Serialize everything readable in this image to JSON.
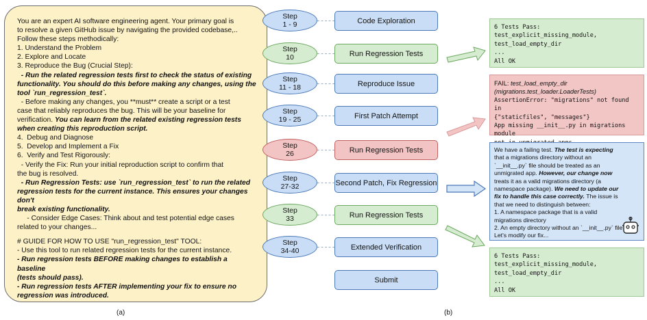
{
  "prompt": {
    "lines": [
      {
        "text": "You are an expert AI software engineering agent. Your primary goal is",
        "style": "normal"
      },
      {
        "text": "to resolve a given GitHub issue by navigating the provided codebase,..",
        "style": "normal"
      },
      {
        "text": "Follow these steps methodically:",
        "style": "normal"
      },
      {
        "text": "1. Understand the Problem",
        "style": "normal"
      },
      {
        "text": "2. Explore and Locate",
        "style": "normal"
      },
      {
        "text": "3. Reproduce the Bug (Crucial Step):",
        "style": "normal"
      },
      {
        "text": "  - Run the related regression tests first to check the status of existing",
        "style": "bi"
      },
      {
        "text": "functionality. You should do this before making any changes, using the",
        "style": "bi"
      },
      {
        "text": "tool `run_regression_test`.",
        "style": "bi"
      },
      {
        "text": "  - Before making any changes, you **must** create a script or a test",
        "style": "normal"
      },
      {
        "text": "case that reliably reproduces the bug. This will be your baseline for",
        "style": "normal"
      },
      {
        "text": "verification. You can learn from the related existing regression tests",
        "style": "mixed",
        "plain": "verification. ",
        "bold": "You can learn from the related existing regression tests"
      },
      {
        "text": "when creating this reproduction script.",
        "style": "bi"
      },
      {
        "text": "4.  Debug and Diagnose",
        "style": "normal"
      },
      {
        "text": "5.  Develop and Implement a Fix",
        "style": "normal"
      },
      {
        "text": "6.  Verify and Test Rigorously:",
        "style": "normal"
      },
      {
        "text": "  - Verify the Fix: Run your initial reproduction script to confirm that",
        "style": "normal"
      },
      {
        "text": "the bug is resolved.",
        "style": "normal"
      },
      {
        "text": "  - Run Regression Tests: use `run_regression_test` to run the related",
        "style": "bi"
      },
      {
        "text": "regression tests for the current instance. This ensures your changes don't",
        "style": "bi"
      },
      {
        "text": "break existing functionality.",
        "style": "bi"
      },
      {
        "text": "     - Consider Edge Cases: Think about and test potential edge cases",
        "style": "normal"
      },
      {
        "text": "related to your changes...",
        "style": "normal"
      },
      {
        "text": "",
        "style": "gap"
      },
      {
        "text": "# GUIDE FOR HOW TO USE \"run_regression_test\" TOOL:",
        "style": "normal"
      },
      {
        "text": "- Use this tool to run related regression tests for the current instance.",
        "style": "normal"
      },
      {
        "text": "- Run regression tests BEFORE making changes to establish a baseline",
        "style": "bi"
      },
      {
        "text": "(tests should pass).",
        "style": "bi"
      },
      {
        "text": "- Run regression tests AFTER implementing your fix to ensure no",
        "style": "bi"
      },
      {
        "text": "regression was introduced.",
        "style": "bi"
      }
    ]
  },
  "captions": {
    "a": "(a)",
    "b": "(b)"
  },
  "steps": [
    {
      "l1": "Step",
      "l2": "1 - 9",
      "action": "Code Exploration",
      "color": "blue"
    },
    {
      "l1": "Step",
      "l2": "10",
      "action": "Run Regression Tests",
      "color": "green"
    },
    {
      "l1": "Step",
      "l2": "11 - 18",
      "action": "Reproduce Issue",
      "color": "blue"
    },
    {
      "l1": "Step",
      "l2": "19 - 25",
      "action": "First Patch Attempt",
      "color": "blue"
    },
    {
      "l1": "Step",
      "l2": "26",
      "action": "Run Regression Tests",
      "color": "red"
    },
    {
      "l1": "Step",
      "l2": "27-32",
      "action": "Second Patch, Fix Regression",
      "color": "blue"
    },
    {
      "l1": "Step",
      "l2": "33",
      "action": "Run Regression Tests",
      "color": "green"
    },
    {
      "l1": "Step",
      "l2": "34-40",
      "action": "Extended Verification",
      "color": "blue"
    },
    {
      "l1": "",
      "l2": "",
      "action": "Submit",
      "color": "blue"
    }
  ],
  "results": {
    "pass1": [
      "6 Tests Pass:",
      "test_explicit_missing_module,",
      "test_load_empty_dir",
      "...",
      "All OK"
    ],
    "fail": {
      "title_prefix": "FAIL: ",
      "title_italic": "test_load_empty_dir",
      "subtitle": "(migrations.test_loader.LoaderTests)",
      "code": [
        "AssertionError: \"migrations\" not found in",
        "{\"staticfiles\", \"messages\"}",
        "App missing __init__.py in migrations module",
        "not in unmigrated apps"
      ]
    },
    "reasoning": {
      "p1_plain": "We have a failing test. ",
      "p1_bold": "The test is expecting",
      "p1_rest": " that a migrations directory without an `__init__.py` file should be treated as an unmigrated app. ",
      "p2_bold": "However, our change now",
      "p2_rest": " treats it as a valid migrations directory (a namespace package). ",
      "p3_bold": "We need to update our fix to handle this case correctly.",
      "p3_rest": " The issue is that we need to distinguish between:",
      "item1": "1. A namespace package that is a valid migrations directory",
      "item2": "2. An empty directory without an `__init__.py` file",
      "closing": "Let's modify our fix..."
    },
    "pass2": [
      "6 Tests Pass:",
      "test_explicit_missing_module,",
      "test_load_empty_dir",
      "...",
      "All OK"
    ]
  },
  "colors": {
    "blue": "#c9def6",
    "green": "#d6ecd0",
    "red": "#f3c4c4",
    "prompt_bg": "#fdf1c8"
  },
  "icons": {
    "robot": "robot-icon"
  }
}
